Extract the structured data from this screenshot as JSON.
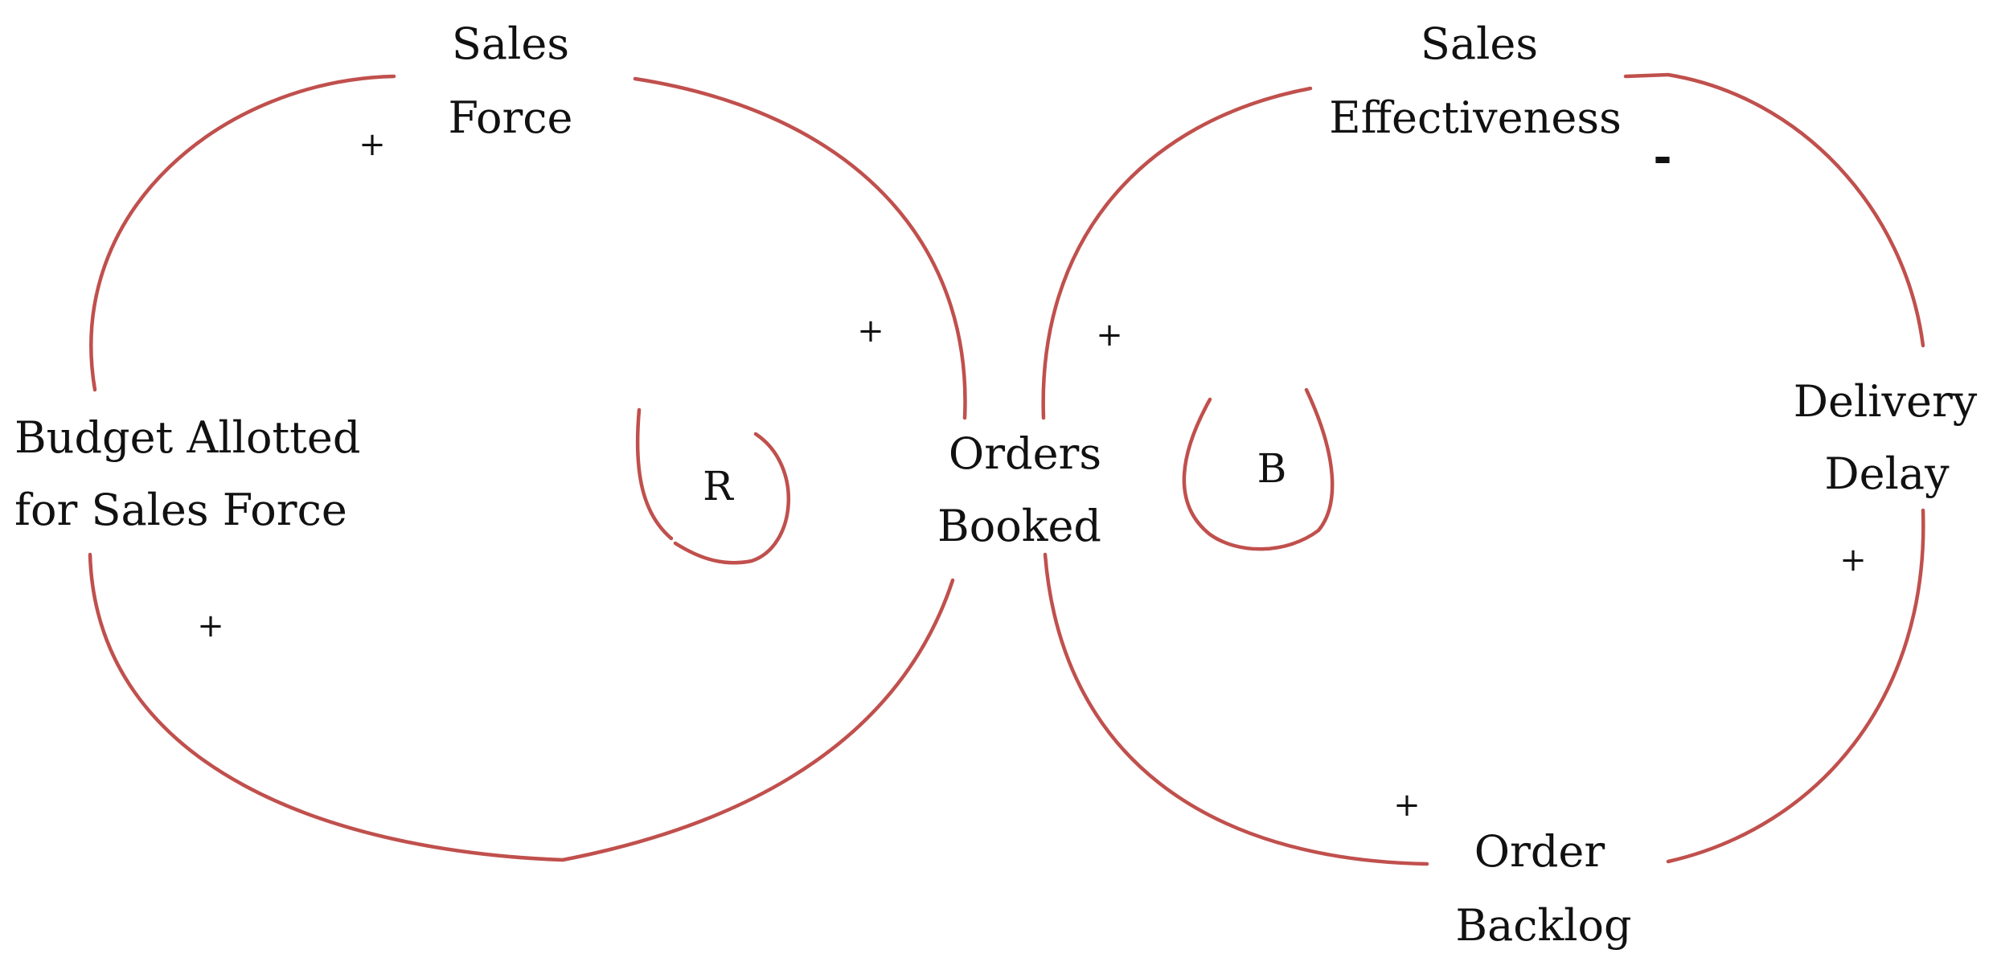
{
  "colors": {
    "arrow": "#c0504d",
    "text": "#111111",
    "background": "#ffffff"
  },
  "nodes": {
    "sales_force": {
      "line1": "Sales",
      "line2": "Force"
    },
    "sales_effectiveness": {
      "line1": "Sales",
      "line2": "Effectiveness"
    },
    "budget": {
      "line1": "Budget Allotted",
      "line2": "for Sales Force"
    },
    "orders_booked": {
      "line1": "Orders",
      "line2": "Booked"
    },
    "delivery_delay": {
      "line1": "Delivery",
      "line2": "Delay"
    },
    "order_backlog": {
      "line1": "Order",
      "line2": "Backlog"
    }
  },
  "polarities": {
    "budget_to_sales_force": "+",
    "sales_force_to_orders": "+",
    "orders_to_budget": "+",
    "effectiveness_to_orders": "+",
    "orders_to_backlog": "+",
    "backlog_to_delay": "+",
    "delay_to_effectiveness": "-"
  },
  "loops": {
    "reinforcing": "R",
    "balancing": "B"
  }
}
